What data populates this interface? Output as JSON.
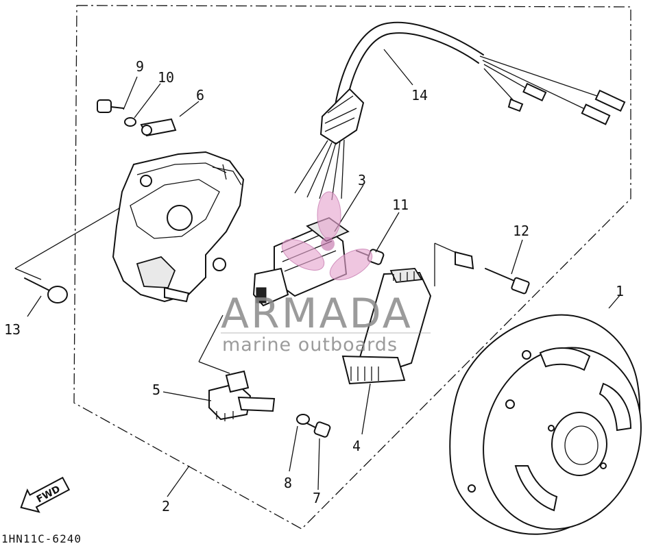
{
  "diagram": {
    "part_numbers": [
      {
        "id": "1",
        "label": "1"
      },
      {
        "id": "2",
        "label": "2"
      },
      {
        "id": "3",
        "label": "3"
      },
      {
        "id": "4",
        "label": "4"
      },
      {
        "id": "5",
        "label": "5"
      },
      {
        "id": "6",
        "label": "6"
      },
      {
        "id": "7",
        "label": "7"
      },
      {
        "id": "8",
        "label": "8"
      },
      {
        "id": "9",
        "label": "9"
      },
      {
        "id": "10",
        "label": "10"
      },
      {
        "id": "11",
        "label": "11"
      },
      {
        "id": "12",
        "label": "12"
      },
      {
        "id": "13",
        "label": "13"
      },
      {
        "id": "14",
        "label": "14"
      }
    ],
    "drawing_code": "1HN11C-6240",
    "direction_label": "FWD"
  },
  "watermark": {
    "title": "ARMADA",
    "subtitle": "marine outboards",
    "text_color": "#8a8a8a",
    "logo_color": "#e6a6cf"
  },
  "colors": {
    "line": "#111111",
    "background": "#ffffff"
  }
}
